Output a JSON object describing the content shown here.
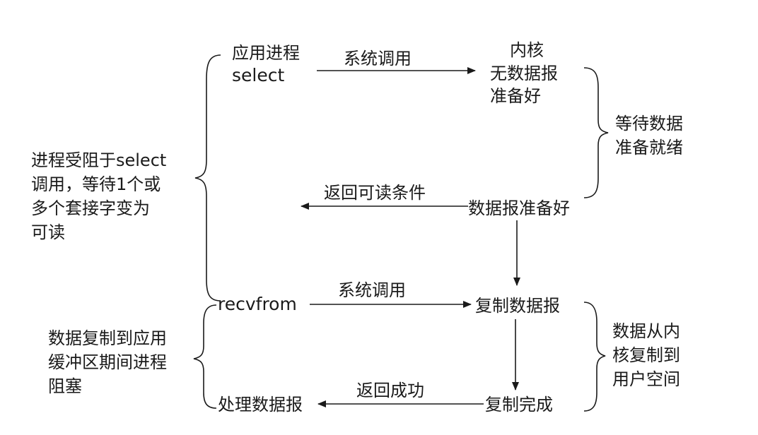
{
  "diagram": {
    "app_process": "应用进程",
    "select_call": "select",
    "kernel_title": "内核",
    "kernel_no_datagram": "无数据报\n准备好",
    "syscall_1": "系统调用",
    "wait_data_ready": "等待数据\n准备就绪",
    "return_readable": "返回可读条件",
    "datagram_ready": "数据报准备好",
    "blocked_in_select": "进程受阻于select\n调用，等待1个或\n多个套接字变为\n可读",
    "recvfrom_call": "recvfrom",
    "syscall_2": "系统调用",
    "copy_datagram": "复制数据报",
    "copy_kernel_to_user": "数据从内\n核复制到\n用户空间",
    "blocked_during_copy": "数据复制到应用\n缓冲区期间进程\n阻塞",
    "return_success": "返回成功",
    "process_datagram": "处理数据报",
    "copy_complete": "复制完成"
  }
}
